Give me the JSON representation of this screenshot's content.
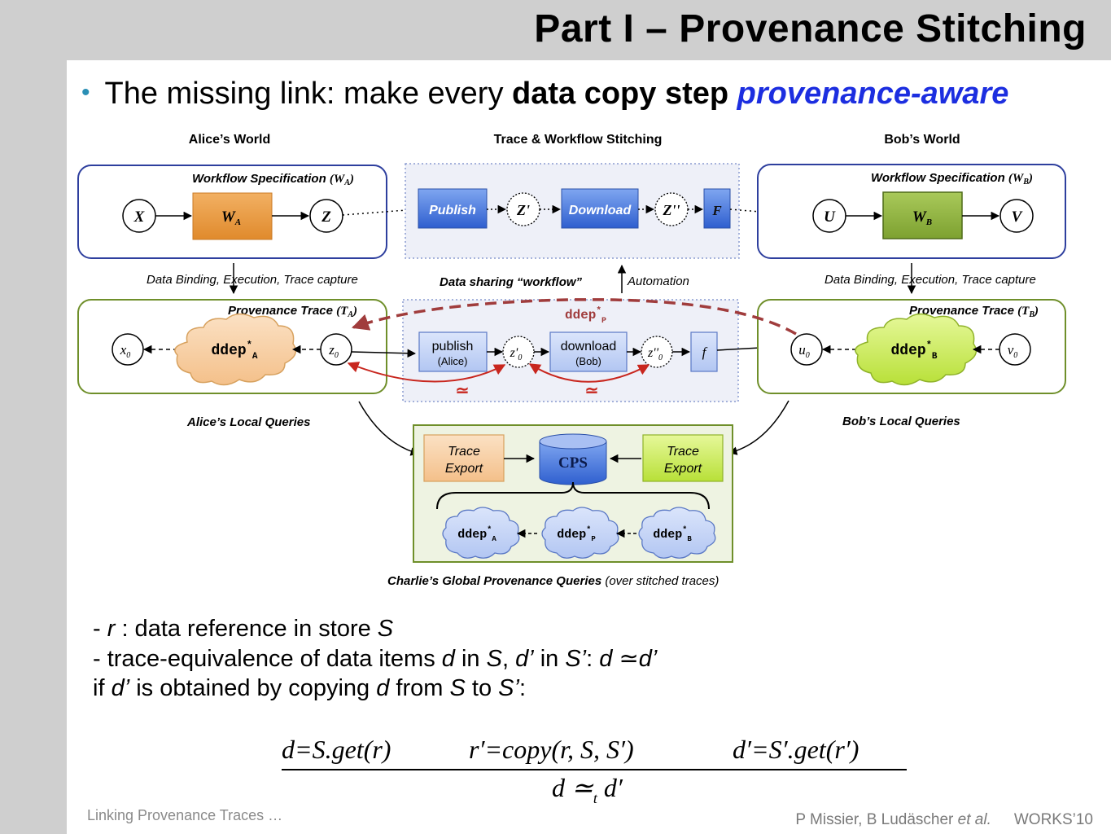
{
  "slide": {
    "title": "Part I – Provenance Stitching",
    "bullet": {
      "pre": "The missing link: make every ",
      "bold": "data copy step",
      "emph": "provenance-aware"
    }
  },
  "diagram": {
    "alice_world": "Alice’s World",
    "stitching_title": "Trace & Workflow Stitching",
    "bob_world": "Bob’s World",
    "wf_spec_label": "Workflow Specification",
    "wf_spec_a_sym": "(W",
    "wf_spec_a_sub": "A",
    "wf_spec_b_sym": "(W",
    "wf_spec_b_sub": "B",
    "node_x": "X",
    "node_wa": "W",
    "node_wa_sub": "A",
    "node_z": "Z",
    "node_publish": "Publish",
    "node_zprime": "Z'",
    "node_download": "Download",
    "node_zdprime": "Z''",
    "node_f_big": "F",
    "node_u": "U",
    "node_wb": "W",
    "node_wb_sub": "B",
    "node_v": "V",
    "binding_label": "Data Binding, Execution, Trace capture",
    "sharing_label": "Data sharing “workflow”",
    "automation_label": "Automation",
    "prov_trace_label": "Provenance Trace",
    "prov_a_sym": "(T",
    "prov_a_sub": "A",
    "prov_b_sym": "(T",
    "prov_b_sub": "B",
    "ddep_p_label": "ddep",
    "ddep_p_sub": "P",
    "ddep_a_label": "ddep",
    "ddep_a_sub": "A",
    "ddep_b_label": "ddep",
    "ddep_b_sub": "B",
    "node_x0": "x",
    "node_z0": "z",
    "node_u0": "u",
    "node_v0": "v",
    "sub_zero": "0",
    "publish_small": "publish",
    "publish_who": "(Alice)",
    "download_small": "download",
    "download_who": "(Bob)",
    "node_zp0": "z'",
    "node_zpp0": "z''",
    "node_f_small": "f",
    "equiv_symbol": "≃",
    "alice_local": "Alice’s Local Queries",
    "bob_local": "Bob’s Local Queries",
    "trace_export": "Trace",
    "trace_export2": "Export",
    "cps": "CPS",
    "cloud_a": "ddep",
    "cloud_a_sub": "A",
    "cloud_p": "ddep",
    "cloud_p_sub": "P",
    "cloud_b": "ddep",
    "cloud_b_sub": "B",
    "global_label": "Charlie’s Global  Provenance Queries",
    "global_suffix": "(over stitched traces)"
  },
  "notes": {
    "line1_pre": "- ",
    "line1_r": "r",
    "line1_mid": " : data reference in store ",
    "line1_s": "S",
    "line2_pre": "- trace-equivalence  of data items ",
    "line2_d": "d",
    "line2_in1": " in ",
    "line2_s": "S",
    "line2_comma": ", ",
    "line2_dp": "d’",
    "line2_in2": " in ",
    "line2_sp": "S’",
    "line2_colon": ":  ",
    "line2_d2": "d",
    "line2_eq": " ≃",
    "line2_dp2": "d’",
    "line3_pre": "if ",
    "line3_dp": "d’",
    "line3_mid": " is obtained by copying ",
    "line3_d": "d",
    "line3_from": " from ",
    "line3_s": "S",
    "line3_to": " to ",
    "line3_sp": "S’",
    "line3_end": ":"
  },
  "formula": {
    "prem1": "d=S.get(r)",
    "prem2": "r′=copy(r, S, S′)",
    "prem3": "d′=S′.get(r′)",
    "concl": "d ≃",
    "concl_sub": "t",
    "concl_end": " d′"
  },
  "footer": {
    "left": "Linking Provenance Traces …",
    "authors": "P Missier, B Ludäscher",
    "etal": " et al.",
    "venue": "WORKS’10"
  },
  "colors": {
    "blue_frame": "#2e3f9e",
    "green_frame": "#6f8f2a",
    "orange_box": "#e8973a",
    "green_box": "#8fb43a",
    "blue_box": "#3f71d6",
    "dark_red": "#a03c3c",
    "red": "#c8261e"
  }
}
